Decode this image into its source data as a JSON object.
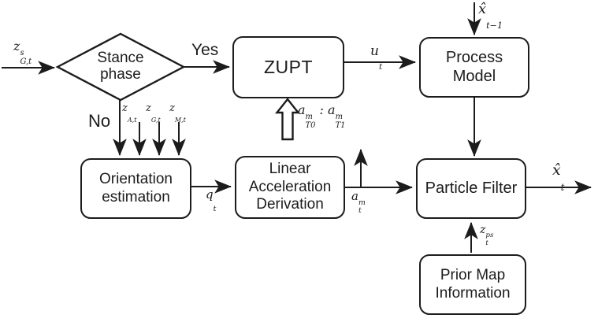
{
  "figure": {
    "type": "flowchart",
    "background_color": "#ffffff",
    "line_color": "#1c1c1c",
    "nodes": {
      "stance_phase": {
        "label": "Stance phase",
        "shape": "diamond"
      },
      "zupt": {
        "label": "ZUPT",
        "shape": "rounded-rect"
      },
      "process_model": {
        "label": "Process Model",
        "shape": "rounded-rect"
      },
      "orientation_estimation": {
        "label": "Orientation estimation",
        "shape": "rounded-rect"
      },
      "linear_acceleration_derivation": {
        "label": "Linear Acceleration Derivation",
        "shape": "rounded-rect"
      },
      "particle_filter": {
        "label": "Particle Filter",
        "shape": "rounded-rect"
      },
      "prior_map_information": {
        "label": "Prior Map Information",
        "shape": "rounded-rect"
      }
    },
    "branch_labels": {
      "yes": "Yes",
      "no": "No"
    },
    "signal_labels": {
      "gyro_stance_input": [
        {
          "b": "z",
          "sup": "s",
          "sub": "G,t"
        }
      ],
      "accel_measurement": [
        {
          "b": "z",
          "sup": "",
          "sub": "A,t"
        }
      ],
      "gyro_measurement": [
        {
          "b": "z",
          "sup": "",
          "sub": "G,t"
        }
      ],
      "mag_measurement": [
        {
          "b": "z",
          "sup": "",
          "sub": "M,t"
        }
      ],
      "control_input": [
        {
          "b": "u",
          "sup": "",
          "sub": "t"
        }
      ],
      "prev_state_estimate": [
        {
          "b": "x̂",
          "sup": "",
          "sub": "t−1"
        }
      ],
      "accel_window": [
        {
          "b": "a",
          "sup": "m",
          "sub": "T0"
        },
        {
          "b": " : "
        },
        {
          "b": "a",
          "sup": "m",
          "sub": "T1"
        }
      ],
      "quaternion": [
        {
          "b": "q",
          "sup": "",
          "sub": "t"
        }
      ],
      "linear_acceleration": [
        {
          "b": "a",
          "sup": "m",
          "sub": "t"
        }
      ],
      "state_estimate": [
        {
          "b": "x̂",
          "sup": "",
          "sub": "t"
        }
      ],
      "map_pseudo_measurement": [
        {
          "b": "z",
          "sup": "ps",
          "sub": "t"
        }
      ]
    }
  }
}
